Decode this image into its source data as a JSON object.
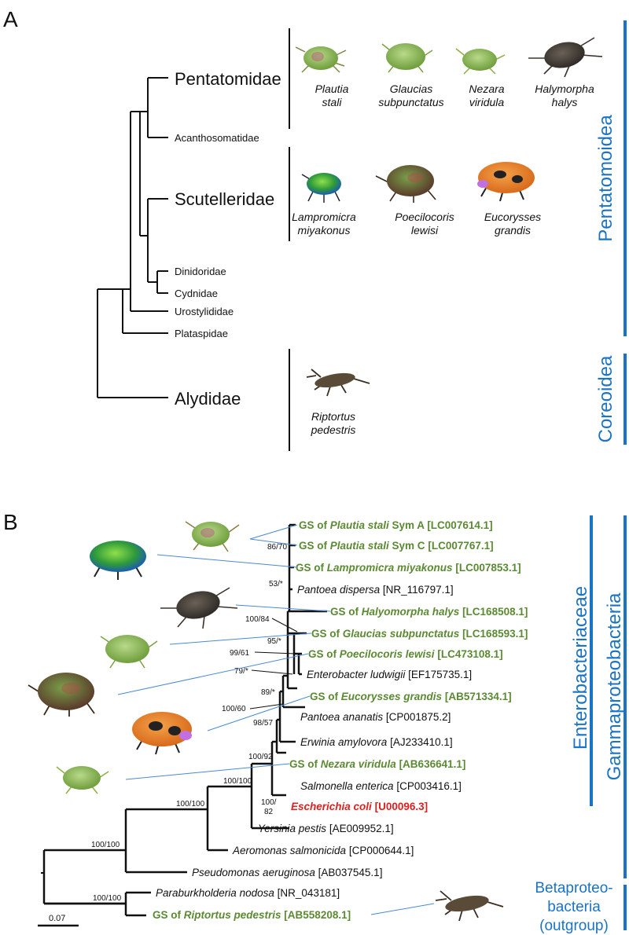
{
  "panel_a": {
    "label": "A",
    "families": {
      "pentatomidae": "Pentatomidae",
      "acanthosomatidae": "Acanthosomatidae",
      "scutelleridae": "Scutelleridae",
      "dinidoridae": "Dinidoridae",
      "cydnidae": "Cydnidae",
      "urostylididae": "Urostylididae",
      "plataspidae": "Plataspidae",
      "alydidae": "Alydidae"
    },
    "species": [
      {
        "line1": "Plautia",
        "line2": "stali",
        "icon": "green-stink-bug-icon"
      },
      {
        "line1": "Glaucias",
        "line2": "subpunctatus",
        "icon": "green-stink-bug-icon"
      },
      {
        "line1": "Nezara",
        "line2": "viridula",
        "icon": "green-stink-bug-icon"
      },
      {
        "line1": "Halymorpha",
        "line2": "halys",
        "icon": "brown-stink-bug-icon"
      },
      {
        "line1": "Lampromicra",
        "line2": "miyakonus",
        "icon": "jewel-bug-icon"
      },
      {
        "line1": "Poecilocoris",
        "line2": "lewisi",
        "icon": "jewel-bug-icon"
      },
      {
        "line1": "Eucorysses",
        "line2": "grandis",
        "icon": "orange-shield-bug-icon"
      },
      {
        "line1": "Riptortus",
        "line2": "pedestris",
        "icon": "bean-bug-icon"
      }
    ],
    "superfamilies": {
      "pentatomoidea": "Pentatomoidea",
      "coreoidea": "Coreoidea"
    }
  },
  "panel_b": {
    "label": "B",
    "taxa": [
      {
        "gs": true,
        "pre": "GS of ",
        "name": "Plautia stali",
        "post": " Sym A",
        "acc": "[LC007614.1]"
      },
      {
        "gs": true,
        "pre": "GS of ",
        "name": "Plautia stali",
        "post": " Sym C",
        "acc": "[LC007767.1]"
      },
      {
        "gs": true,
        "pre": "GS of ",
        "name": "Lampromicra miyakonus",
        "post": "",
        "acc": "[LC007853.1]"
      },
      {
        "gs": false,
        "pre": "",
        "name": "Pantoea dispersa",
        "post": "",
        "acc": "[NR_116797.1]"
      },
      {
        "gs": true,
        "pre": "GS of ",
        "name": "Halyomorpha halys",
        "post": "",
        "acc": "[LC168508.1]"
      },
      {
        "gs": true,
        "pre": "GS of ",
        "name": "Glaucias subpunctatus",
        "post": "",
        "acc": "[LC168593.1]"
      },
      {
        "gs": true,
        "pre": "GS of ",
        "name": "Poecilocoris lewisi",
        "post": "",
        "acc": "[LC473108.1]"
      },
      {
        "gs": false,
        "pre": "",
        "name": "Enterobacter ludwigii",
        "post": "",
        "acc": "[EF175735.1]"
      },
      {
        "gs": true,
        "pre": "GS of ",
        "name": "Eucorysses grandis",
        "post": "",
        "acc": "[AB571334.1]"
      },
      {
        "gs": false,
        "pre": "",
        "name": "Pantoea ananatis",
        "post": "",
        "acc": "[CP001875.2]"
      },
      {
        "gs": false,
        "pre": "",
        "name": "Erwinia amylovora",
        "post": "",
        "acc": "[AJ233410.1]"
      },
      {
        "gs": true,
        "pre": "GS of ",
        "name": "Nezara viridula",
        "post": "",
        "acc": "[AB636641.1]"
      },
      {
        "gs": false,
        "pre": "",
        "name": "Salmonella enterica",
        "post": "",
        "acc": "[CP003416.1]"
      },
      {
        "gs": false,
        "highlight": true,
        "pre": "",
        "name": "Escherichia coli",
        "post": "",
        "acc": "[U00096.3]"
      },
      {
        "gs": false,
        "pre": "",
        "name": "Yersinia pestis",
        "post": "",
        "acc": "[AE009952.1]"
      },
      {
        "gs": false,
        "pre": "",
        "name": "Aeromonas salmonicida",
        "post": "",
        "acc": "[CP000644.1]"
      },
      {
        "gs": false,
        "pre": "",
        "name": "Pseudomonas aeruginosa",
        "post": "",
        "acc": "[AB037545.1]"
      },
      {
        "gs": false,
        "pre": "",
        "name": "Paraburkholderia nodosa",
        "post": "",
        "acc": "[NR_043181]"
      },
      {
        "gs": true,
        "pre": "GS of ",
        "name": "Riptortus pedestris",
        "post": "",
        "acc": "[AB558208.1]"
      }
    ],
    "support": {
      "s86_70": "86/70",
      "s53": "53/*",
      "s100_84": "100/84",
      "s95": "95/*",
      "s99_61": "99/61",
      "s79": "79/*",
      "s89": "89/*",
      "s100_60": "100/60",
      "s98_57": "98/57",
      "s100_92": "100/92",
      "s100_100_a": "100/100",
      "s100_82_a": "100/",
      "s100_82_b": "82",
      "s100_100_b": "100/100",
      "s100_100_c": "100/100",
      "s100_100_d": "100/100"
    },
    "scale": "0.07",
    "groups": {
      "enterobacteriaceae": "Enterobacteriaceae",
      "gammaproteobacteria": "Gammaproteobacteria",
      "beta1": "Betaproteo-",
      "beta2": "bacteria",
      "beta3": "(outgroup)"
    }
  },
  "colors": {
    "gs_green": "#5b8a33",
    "highlight_red": "#e02020",
    "accent_blue": "#1a73c4"
  }
}
